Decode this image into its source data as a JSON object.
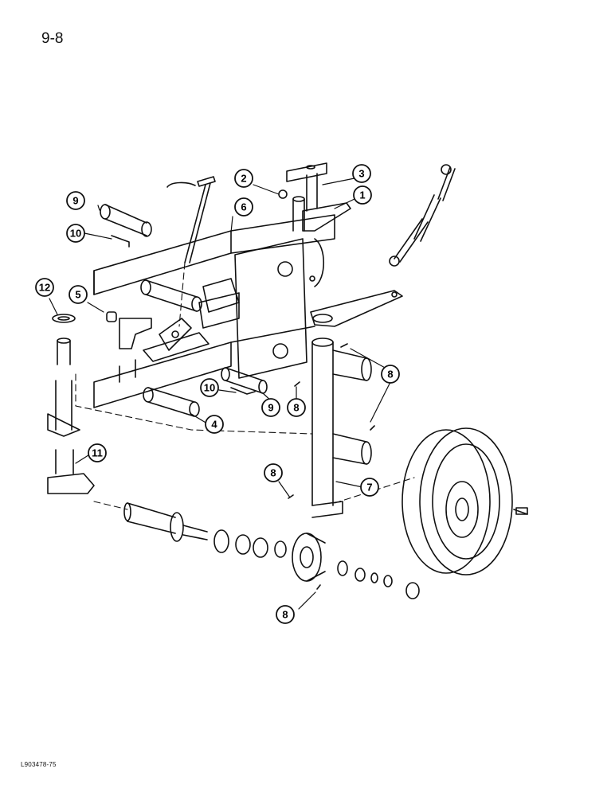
{
  "page": {
    "number": "9-8",
    "figure_code": "L903478-75"
  },
  "callouts": [
    {
      "id": "c1",
      "label": "1"
    },
    {
      "id": "c2",
      "label": "2"
    },
    {
      "id": "c3",
      "label": "3"
    },
    {
      "id": "c4",
      "label": "4"
    },
    {
      "id": "c5",
      "label": "5"
    },
    {
      "id": "c6",
      "label": "6"
    },
    {
      "id": "c7",
      "label": "7"
    },
    {
      "id": "c8a",
      "label": "8"
    },
    {
      "id": "c8b",
      "label": "8"
    },
    {
      "id": "c8c",
      "label": "8"
    },
    {
      "id": "c8d",
      "label": "8"
    },
    {
      "id": "c9a",
      "label": "9"
    },
    {
      "id": "c9b",
      "label": "9"
    },
    {
      "id": "c10a",
      "label": "10"
    },
    {
      "id": "c10b",
      "label": "10"
    },
    {
      "id": "c11",
      "label": "11"
    },
    {
      "id": "c12",
      "label": "12"
    }
  ]
}
